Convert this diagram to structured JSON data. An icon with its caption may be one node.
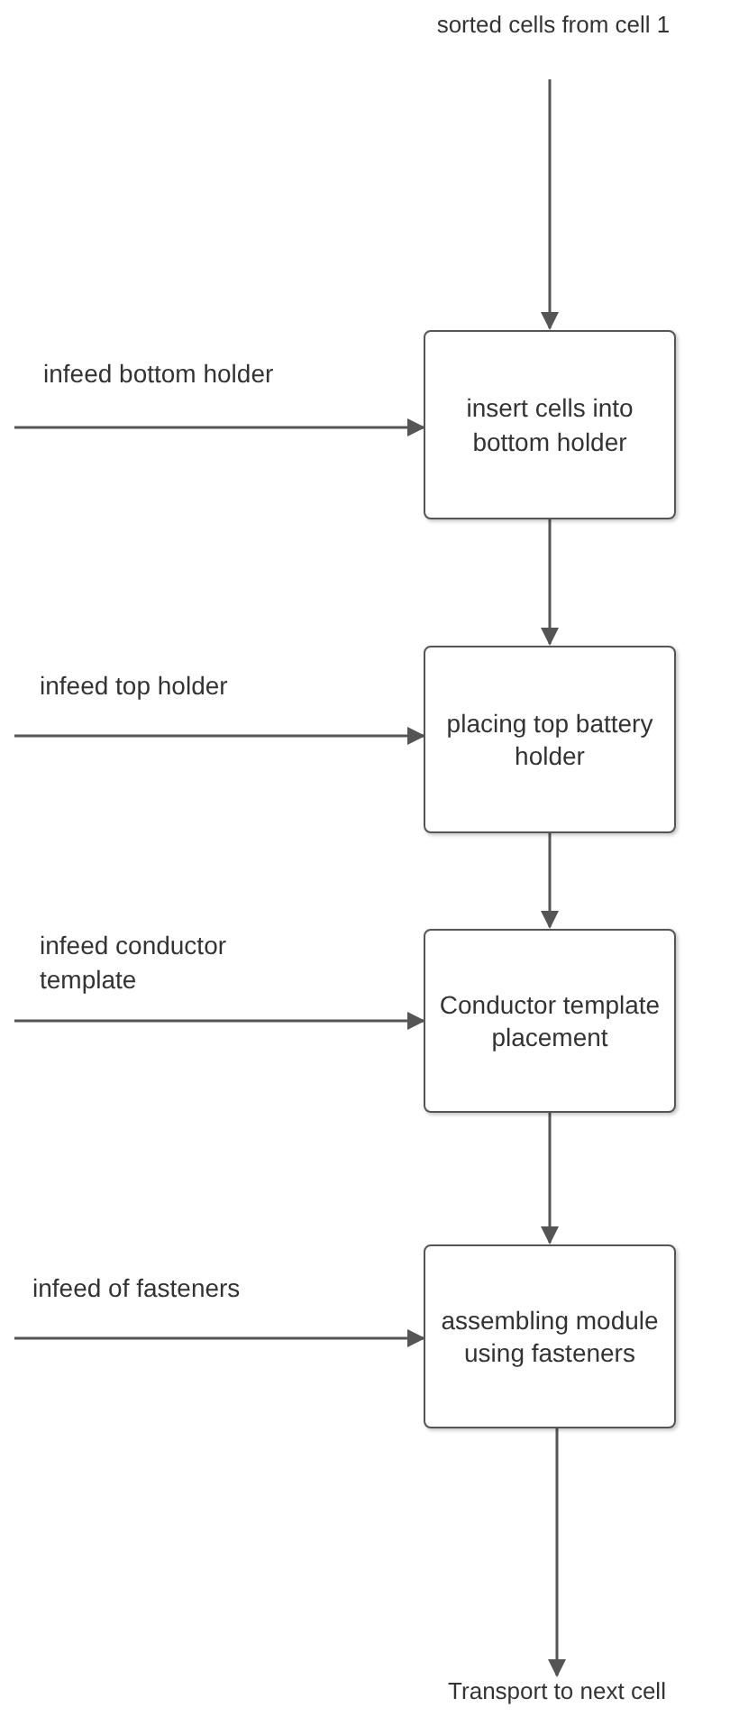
{
  "diagram": {
    "nodes": [
      {
        "text": [
          "sorted cells from cell 1"
        ]
      },
      {
        "text": [
          "insert cells into bottom holder"
        ]
      },
      {
        "text": [
          "placing top battery holder"
        ]
      },
      {
        "text": [
          "Conductor template placement"
        ]
      },
      {
        "text": [
          "assembling module using fasteners"
        ]
      },
      {
        "text": [
          "Transport to next cell"
        ]
      }
    ],
    "edges": [
      {
        "from": 0,
        "to": 1,
        "arrow": "to"
      },
      {
        "from": null,
        "to": 1,
        "arrow": "to",
        "label": "infeed bottom holder"
      },
      {
        "from": 1,
        "to": 2,
        "arrow": "to"
      },
      {
        "from": null,
        "to": 2,
        "arrow": "to",
        "label": "infeed top holder"
      },
      {
        "from": 2,
        "to": 3,
        "arrow": "to"
      },
      {
        "from": null,
        "to": 3,
        "arrow": "to",
        "label": "infeed conductor template"
      },
      {
        "from": 3,
        "to": 4,
        "arrow": "to"
      },
      {
        "from": null,
        "to": 4,
        "arrow": "to",
        "label": "infeed of fasteners"
      },
      {
        "from": 4,
        "to": 5,
        "arrow": "to"
      }
    ]
  }
}
